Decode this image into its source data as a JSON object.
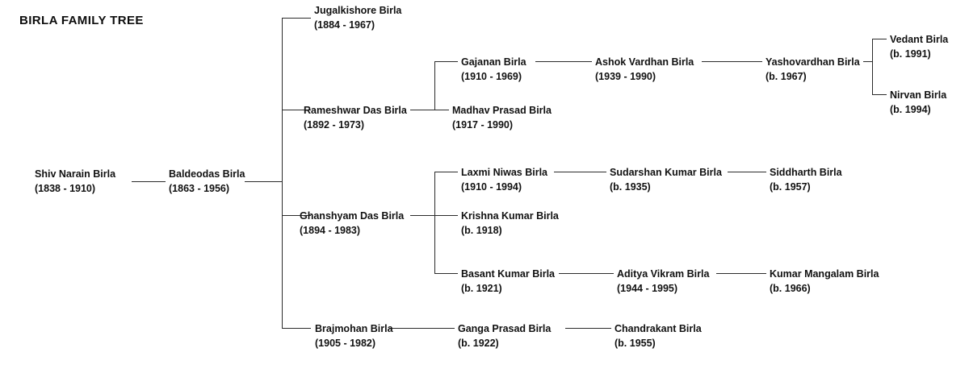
{
  "title": "BIRLA FAMILY TREE",
  "theme": {
    "background": "#ffffff",
    "text_color": "#111111",
    "line_color": "#2b2b2b"
  },
  "people": {
    "shiv_narain": {
      "name": "Shiv Narain Birla",
      "dates": "(1838 - 1910)"
    },
    "baldeodas": {
      "name": "Baldeodas Birla",
      "dates": "(1863 - 1956)"
    },
    "jugalkishore": {
      "name": "Jugalkishore Birla",
      "dates": "(1884 - 1967)"
    },
    "rameshwar_das": {
      "name": "Rameshwar Das Birla",
      "dates": "(1892 - 1973)"
    },
    "ghanshyam_das": {
      "name": "Ghanshyam Das Birla",
      "dates": "(1894 - 1983)"
    },
    "brajmohan": {
      "name": "Brajmohan Birla",
      "dates": "(1905 - 1982)"
    },
    "gajanan": {
      "name": "Gajanan Birla",
      "dates": "(1910 - 1969)"
    },
    "madhav_prasad": {
      "name": "Madhav Prasad Birla",
      "dates": "(1917 - 1990)"
    },
    "ashok_vardhan": {
      "name": "Ashok Vardhan Birla",
      "dates": "(1939 - 1990)"
    },
    "yashovardhan": {
      "name": "Yashovardhan Birla",
      "dates": "(b. 1967)"
    },
    "vedant": {
      "name": "Vedant Birla",
      "dates": "(b. 1991)"
    },
    "nirvan": {
      "name": "Nirvan Birla",
      "dates": "(b. 1994)"
    },
    "laxmi_niwas": {
      "name": "Laxmi Niwas Birla",
      "dates": "(1910 - 1994)"
    },
    "sudarshan_kumar": {
      "name": "Sudarshan Kumar Birla",
      "dates": "(b. 1935)"
    },
    "siddharth": {
      "name": "Siddharth Birla",
      "dates": "(b. 1957)"
    },
    "krishna_kumar": {
      "name": "Krishna Kumar Birla",
      "dates": "(b. 1918)"
    },
    "basant_kumar": {
      "name": "Basant Kumar Birla",
      "dates": "(b. 1921)"
    },
    "aditya_vikram": {
      "name": "Aditya Vikram Birla",
      "dates": "(1944 - 1995)"
    },
    "kumar_mangalam": {
      "name": "Kumar Mangalam Birla",
      "dates": "(b. 1966)"
    },
    "ganga_prasad": {
      "name": "Ganga Prasad Birla",
      "dates": "(b. 1922)"
    },
    "chandrakant": {
      "name": "Chandrakant Birla",
      "dates": "(b. 1955)"
    }
  }
}
